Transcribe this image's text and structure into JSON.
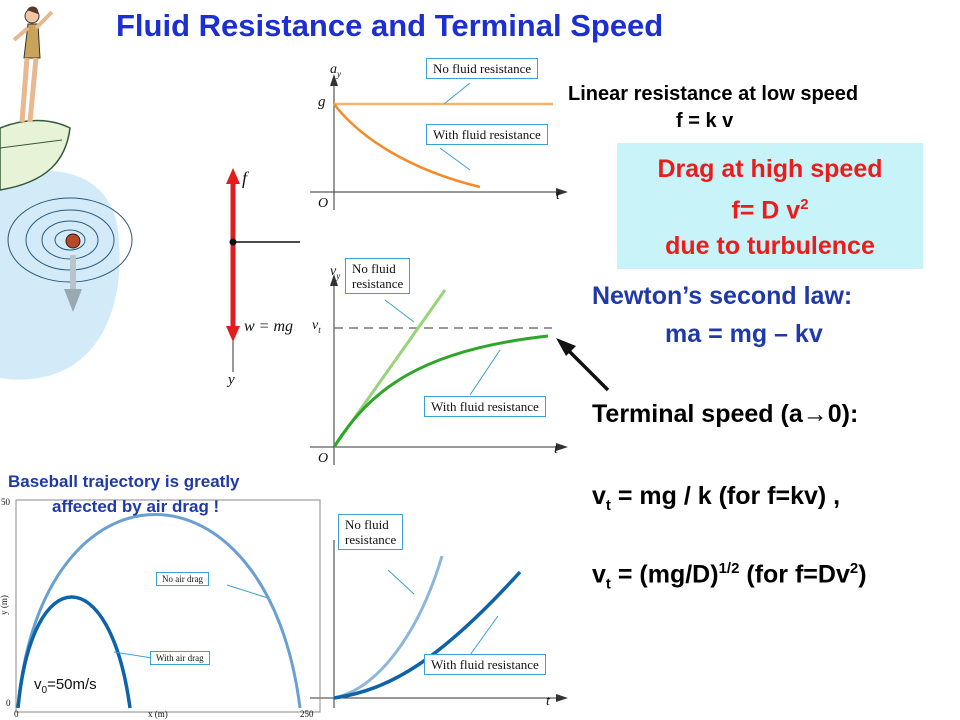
{
  "title": "Fluid Resistance and Terminal Speed",
  "linear": {
    "heading": "Linear resistance at low speed",
    "formula": "f = k v"
  },
  "drag": {
    "line1": "Drag at high speed",
    "line2_pre": "f= D v",
    "line2_sup": "2",
    "line3": "due to turbulence"
  },
  "newton": {
    "heading": "Newton’s second law:",
    "equation": "ma = mg – kv"
  },
  "terminal": {
    "heading": "Terminal speed (a→0):",
    "eq1_v": "v",
    "eq1_sub": "t",
    "eq1_rest": " = mg / k  (for f=kv) ,",
    "eq2_v": "v",
    "eq2_sub": "t",
    "eq2_mid": " = (mg/D)",
    "eq2_sup": "1/2",
    "eq2_rest": " (for f=Dv",
    "eq2_sup2": "2",
    "eq2_end": ")"
  },
  "baseball": {
    "caption_line1": "Baseball trajectory is greatly",
    "caption_line2": "affected by air drag !",
    "v0_pre": "v",
    "v0_sub": "0",
    "v0_rest": "=50m/s",
    "tag_no_drag": "No air drag",
    "tag_with_drag": "With air drag",
    "ylabel": "y (m)",
    "xlabel": "x (m)",
    "yticks": [
      "50",
      "0"
    ],
    "xticks": [
      "0",
      "250"
    ]
  },
  "graph_a": {
    "axis_y": "a",
    "axis_y_sub": "y",
    "g": "g",
    "origin": "O",
    "axis_t": "t",
    "tag_no": "No fluid resistance",
    "tag_with": "With fluid resistance"
  },
  "graph_v": {
    "axis_y": "v",
    "axis_y_sub": "y",
    "vt": "v",
    "vt_sub": "t",
    "origin": "O",
    "axis_t": "t",
    "tag_no_1": "No fluid",
    "tag_no_2": "resistance",
    "tag_with": "With fluid resistance"
  },
  "graph_y": {
    "axis_t": "t",
    "tag_no_1": "No fluid",
    "tag_no_2": "resistance",
    "tag_with": "With fluid resistance"
  },
  "force": {
    "f": "f",
    "w": "w = mg",
    "y": "y"
  },
  "colors": {
    "title_blue": "#1c2fd0",
    "red": "#ea1c1c",
    "box": "#c8f3f8",
    "orange": "#f58a2a",
    "light_orange": "#f7b36b",
    "green": "#2fa52a",
    "light_green": "#97d47a",
    "dark_blue": "#0d63a8",
    "light_blue": "#8cb7dc"
  }
}
